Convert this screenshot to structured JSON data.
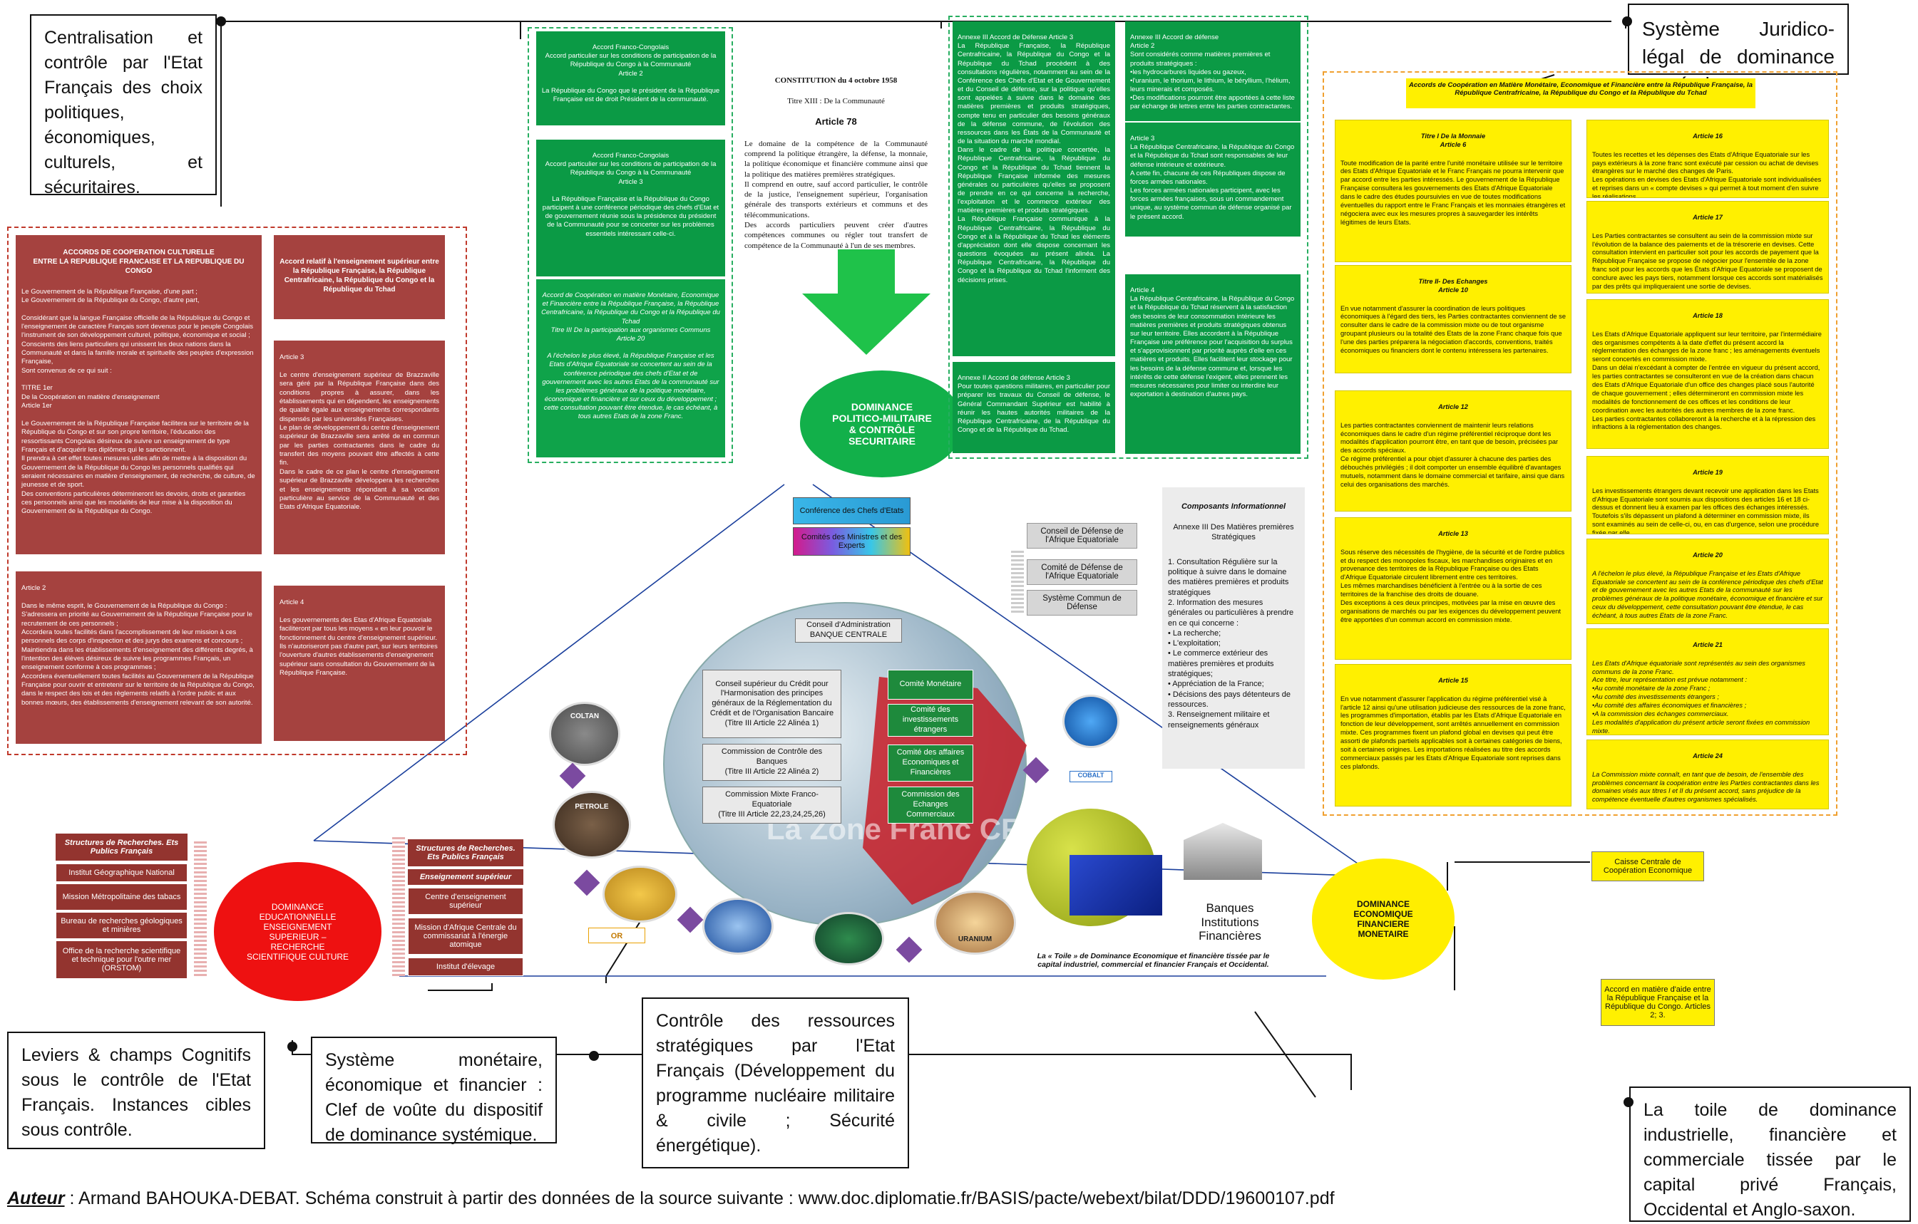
{
  "callouts": {
    "centralisation": "Centralisation et contrôle par l'Etat Français des choix politiques, économiques, culturels, et sécuritaires.",
    "juridico": "Système Juridico-légal de dominance systémique.",
    "leviers": "Leviers & champs Cognitifs sous le contrôle de l'Etat Français. Instances cibles sous contrôle.",
    "monetaire": "Système monétaire, économique et financier : Clef de voûte du dispositif de dominance systémique.",
    "ressources": "Contrôle des ressources stratégiques par l'Etat Français (Développement du programme nucléaire militaire & civile ; Sécurité énergétique).",
    "toile": "La toile de dominance industrielle, financière et commerciale tissée par le capital privé Français, Occidental et Anglo-saxon."
  },
  "footer": {
    "auteur_label": "Auteur",
    "text": " : Armand BAHOUKA-DEBAT. Schéma construit à partir des données de la source suivante : www.doc.diplomatie.fr/BASIS/pacte/webext/bilat/DDD/19600107.pdf"
  },
  "culture": {
    "accord_title": "ACCORDS DE COOPERATION CULTURELLE\nENTRE LA REPUBLIQUE FRANCAISE ET LA REPUBLIQUE DU CONGO",
    "accord_body": "Le Gouvernement de la République Française, d'une part ;\nLe Gouvernement de la République du Congo, d'autre part,\n\nConsidérant que la langue Française officielle de la République du Congo et l'enseignement de caractère Français sont devenus pour le peuple Congolais l'instrument de son développement culturel, politique, économique et social ;\nConscients des liens particuliers qui unissent les deux nations dans la Communauté et dans la famille morale et spirituelle des peuples d'expression Française,\nSont convenus de ce qui suit :\n\nTITRE 1er\nDe la Coopération en matière d'enseignement\nArticle 1er\n\nLe Gouvernement de la République Française facilitera sur le territoire de la République du Congo et sur son propre territoire, l'éducation des ressortissants Congolais désireux de suivre un enseignement de type Français et d'acquérir les diplômes qui le sanctionnent.\nIl prendra à cet effet toutes mesures utiles afin de mettre à la disposition du Gouvernement de la République du Congo les personnels qualifiés qui seraient nécessaires en matière d'enseignement, de recherche, de culture, de jeunesse et de sport.\nDes conventions particulières détermineront les devoirs, droits et garanties ces personnels ainsi que les modalités de leur mise à la disposition du Gouvernement de la République du Congo.",
    "article2": "Article 2\n\nDans le même esprit, le Gouvernement de la République du Congo :\nS'adressera en priorité au Gouvernement de la République Française pour le recrutement de ces personnels ;\nAccordera toutes facilités dans l'accomplissement de leur mission à ces personnels des corps d'inspection et des jurys des examens et concours ;\nMaintiendra dans les établissements d'enseignement des différents degrés, à l'intention des élèves désireux de suivre les programmes Français, un enseignement conforme à ces programmes ;\nAccordera éventuellement toutes facilités au Gouvernement de la République Française pour ouvrir et entretenir sur le territoire de la République du Congo, dans le respect des lois et des règlements relatifs à l'ordre public et aux bonnes mœurs, des établissements d'enseignement relevant de son autorité.",
    "sup_title": "Accord relatif à l'enseignement supérieur entre la République Française, la République Centrafricaine, la République du Congo et la République du Tchad",
    "article3": "Article 3\n\nLe centre d'enseignement supérieur de Brazzaville sera géré par la République Française dans des conditions propres à assurer, dans les établissements qui en dépendent, les enseignements de qualité égale aux enseignements correspondants dispensés par les universités Françaises.\nLe plan de développement du centre d'enseignement supérieur de Brazzaville sera arrêté de en commun par les parties contractantes dans le cadre du transfert des moyens pouvant être affectés à cette fin.\nDans le cadre de ce plan le centre d'enseignement supérieur de Brazzaville développera les recherches et les enseignements répondant à sa vocation particulière au service de la Communauté et des Etats d'Afrique Equatoriale.",
    "article4": "Article 4\n\nLes gouvernements des Etas d'Afrique Equatoriale faciliteront par tous les moyens « en leur pouvoir le fonctionnement du centre d'enseignement supérieur.\nIls n'autoriseront pas d'autre part, sur leurs territoires l'ouverture d'autres établissements d'enseignement supérieur sans consultation du Gouvernement de la République Française."
  },
  "green_left": {
    "box1": "Accord Franco-Congolais\nAccord particulier sur les conditions de participation de la République du Congo à la Communauté\nArticle 2\n\nLa République du Congo que le président de la République Française est de droit Président de la communauté.",
    "box2": "Accord Franco-Congolais\nAccord particulier sur les conditions de participation de la République du Congo à la Communauté\nArticle 3\n\nLa République Française et la République du Congo participent à une conférence périodique des chefs d'Etat et de gouvernement réunie sous la présidence du président de la Communauté pour se concerter sur les problèmes essentiels intéressant celle-ci.",
    "box3": "Accord de Coopération en matière Monétaire, Economique et Financière entre la République Française, la République Centrafricaine, la République du Congo et la République du Tchad\nTitre III De la participation aux organismes Communs\nArticle 20\n\nA l'échelon le plus élevé, la République Française et les Etats d'Afrique Equatoriale se concertent au sein de la conférence périodique des chefs d'Etat et de gouvernement avec les autres Etats de la communauté sur les problèmes généraux de la politique monétaire, économique et financière et sur ceux du développement ; cette consultation pouvant être étendue, le cas échéant, à tous autres Etats de la zone Franc."
  },
  "constitution": {
    "title": "CONSTITUTION du 4 octobre 1958",
    "subtitle": "Titre XIII : De la Communauté",
    "article": "Article 78",
    "body": "Le domaine de la compétence de la Communauté comprend la politique étrangère, la défense, la monnaie, la politique économique et financière commune ainsi que la politique des matières premières stratégiques.\nIl comprend en outre, sauf accord particulier, le contrôle de la justice, l'enseignement supérieur, l'organisation générale des transports extérieurs et communs et des télécommunications.\nDes accords particuliers peuvent créer d'autres compétences communes ou régler tout transfert de compétence de la Communauté à l'un de ses membres."
  },
  "defense": {
    "left": "Annexe III Accord de Défense Article 3\nLa République Française, la République Centrafricaine, la République du Congo et la République du Tchad procèdent à des consultations régulières, notamment au sein de la Conférence des Chefs d'Etat et de Gouvernement et du Conseil de défense, sur la politique qu'elles sont appelées à suivre dans le domaine des matières premières et produits stratégiques, compte tenu en particulier des besoins généraux de la défense commune, de l'évolution des ressources dans les États de la Communauté et de la situation du marché mondial.\nDans le cadre de la politique concertée, la République Centrafricaine, la République du Congo et la République du Tchad tiennent la République Française informée des mesures générales ou particulières qu'elles se proposent de prendre en ce qui concerne la recherche, l'exploitation et le commerce extérieur des matières premières et produits stratégiques.\nLa République Française communique à la République Centrafricaine, la République du Congo et à la République du Tchad les éléments d'appréciation dont elle dispose concernant les questions évoquées au présent alinéa. La République Centrafricaine, la République du Congo et la République du Tchad l'informent des décisions prises.",
    "left2": "Annexe II Accord de défense Article 3\nPour toutes questions militaires, en particulier pour préparer les travaux du Conseil de défense, le Général Commandant Supérieur est habilité à réunir les hautes autorités militaires de la République Centrafricaine, de la République du Congo et de la République du Tchad.",
    "right1": "Annexe III Accord de défense\nArticle 2\nSont considérés comme matières premières et produits stratégiques :\n•les hydrocarbures liquides ou gazeux,\n•l'uranium, le thorium, le lithium, le béryllium, l'hélium, leurs minerais et composés.\n•Des modifications pourront être apportées à cette liste par échange de lettres entre les parties contractantes.",
    "right2": "Article 3\nLa République Centrafricaine, la République du Congo et la République du Tchad sont responsables de leur défense intérieure et extérieure.\nA cette fin, chacune de ces Républiques dispose de forces armées nationales.\nLes forces armées nationales participent, avec les forces armées françaises, sous un commandement unique, au système commun de défense organisé par le présent accord.",
    "right3": "Article 4\nLa République Centrafricaine, la République du Congo et la République du Tchad réservent à la satisfaction des besoins de leur consommation intérieure les matières premières et produits stratégiques obtenus sur leur territoire. Elles accordent à la République Française une préférence pour l'acquisition du surplus et s'approvisionnent par priorité auprès d'elle en ces matières et produits. Elles facilitent leur stockage pour les besoins de la défense commune et, lorsque les intérêts de cette défense l'exigent, elles prennent les mesures nécessaires pour limiter ou interdire leur exportation à destination d'autres pays."
  },
  "yellow": {
    "header": "Accords de Coopération en Matière Monétaire, Economique et Financière entre la République Française, la République Centrafricaine, la République du Congo et la République du Tchad",
    "a6_title": "Titre I De la Monnaie\nArticle 6",
    "a6": "Toute modification de la parité entre l'unité monétaire utilisée sur le territoire des Etats d'Afrique Equatoriale et le Franc Français ne pourra intervenir que par accord entre les parties intéressés. Le gouvernement de la République Française consultera les gouvernements des Etats d'Afrique Equatoriale dans le cadre des études poursuivies en vue de toutes modifications éventuelles du rapport entre le Franc Français et les monnaies étrangères et négociera avec eux les mesures propres à sauvegarder les intérêts légitimes de leurs Etats.",
    "a10_title": "Titre II- Des Echanges\nArticle 10",
    "a10": "En vue notamment d'assurer la coordination de leurs politiques économiques à l'égard des tiers, les Parties contractantes conviennent de se consulter dans le cadre de la commission mixte ou de tout organisme groupant plusieurs ou la totalité des Etats de la zone Franc chaque fois que l'une des parties préparera la négociation d'accords, conventions, traités économiques ou financiers dont le contenu intéressera les partenaires.",
    "a12_title": "Article 12",
    "a12": "Les parties contractantes conviennent de maintenir leurs relations économiques dans le cadre d'un régime préférentiel réciproque dont les modalités d'application pourront être, en tant que de besoin, précisées par des accords spéciaux.\nCe régime préférentiel a pour objet d'assurer à chacune des parties des débouchés privilégiés ; il doit comporter un ensemble équilibré d'avantages mutuels, notamment dans le domaine commercial et tarifaire, ainsi que dans celui des organisations des marchés.",
    "a13_title": "Article 13",
    "a13": "Sous réserve des nécessités de l'hygiène, de la sécurité et de l'ordre publics et du respect des monopoles fiscaux, les marchandises originaires et en provenance des territoires de la République Française ou des Etats d'Afrique Equatoriale circulent librement entre ces territoires.\nLes mêmes marchandises bénéficient à l'entrée ou à la sortie de ces territoires de la franchise des droits de douane.\nDes exceptions à ces deux principes, motivées par la mise en œuvre des organisations de marchés ou par les exigences du développement peuvent être apportées d'un commun accord en commission mixte.",
    "a15_title": "Article 15",
    "a15": "En vue notamment d'assurer l'application du régime préférentiel visé à l'article 12 ainsi qu'une utilisation judicieuse des ressources de la zone franc, les programmes d'importation, établis par les Etats d'Afrique Equatoriale en fonction de leur développement, sont arrêtés annuellement en commission mixte. Ces programmes fixent un plafond global en devises qui peut être assorti de plafonds partiels applicables soit à certaines catégories de biens, soit à certaines origines. Les importations réalisées au titre des accords commerciaux passés par les Etats d'Afrique Equatoriale sont reprises dans ces plafonds.",
    "a16_title": "Article 16",
    "a16": "Toutes les recettes et les dépenses des Etats d'Afrique Equatoriale sur les pays extérieurs à la zone franc sont exécuté par cession ou achat de devises étrangères sur le marché des changes de Paris.\nLes opérations en devises des Etats d'Afrique Equatoriale sont individualisées et reprises dans un « compte devises » qui permet à tout moment d'en suivre les réalisations.",
    "a17_title": "Article 17",
    "a17": "Les Parties contractantes se consultent au sein de la commission mixte sur l'évolution de la balance des paiements et de la trésorerie en devises. Cette consultation intervient en particulier soit pour les accords de payement que la République Française se propose de négocier pour l'ensemble de la zone franc soit pour les accords que les États d'Afrique Equatoriale se proposent de conclure avec les pays tiers, notamment lorsque ces accords sont matérialisés par des prêts qui impliqueraient une sortie de devises.",
    "a18_title": "Article 18",
    "a18": "Les Etats d'Afrique Equatoriale appliquent sur leur territoire, par l'intermédiaire des organismes compétents à la date d'effet du présent accord la réglementation des échanges de la zone franc ; les aménagements éventuels seront concertés en commission mixte.\nDans un délai n'excédant à compter de l'entrée en vigueur du présent accord, les parties contractantes se consulteront en vue de la création dans chacun des Etats d'Afrique Equatoriale d'un office des changes placé sous l'autorité de chaque gouvernement ; elles détermineront en commission mixte les modalités de fonctionnement de ces offices et les conditions de leur coordination avec les autorités des autres membres de la zone franc.\nLes parties contractantes collaboreront à la recherche et à la répression des infractions à la réglementation des changes.",
    "a19_title": "Article 19",
    "a19": "Les investissements étrangers devant recevoir une application dans les Etats d'Afrique Equatoriale sont soumis aux dispositions des articles 16 et 18 ci-dessus et donnent lieu à examen par les offices des échanges intéressés. Toutefois s'ils dépassent un plafond à déterminer en commission mixte, ils sont examinés au sein de celle-ci, ou, en cas d'urgence, selon une procédure fixée par elle.",
    "a20_title": "Article 20",
    "a20": "A l'échelon le plus élevé, la République Française et les Etats d'Afrique Equatoriale se concertent au sein de la conférence périodique des chefs d'Etat et de gouvernement avec les autres Etats de la communauté sur les problèmes généraux de la politique monétaire, économique et financière et sur ceux du développement, cette consultation pouvant être étendue, le cas échéant, à tous autres Etats de la zone Franc.",
    "a21_title": "Article 21",
    "a21": "Les Etats d'Afrique équatoriale sont représentés au sein des organismes communs de la zone Franc.\nAce titre, leur représentation est prévue notamment :\n•Au comité monétaire de la zone Franc ;\n•Au comité des investissements étrangers ;\n•Au comité des affaires économiques et financières ;\n•A la commission des échanges commerciaux.\nLes modalités d'application du présent article seront fixées en commission mixte.",
    "a24_title": "Article 24",
    "a24": "La Commission mixte connaît, en tant que de besoin, de l'ensemble des problèmes concernant la coopération entre les Parties contractantes dans les domaines visés aux titres I et II du présent accord, sans préjudice de la compétence éventuelle d'autres organismes spécialisés."
  },
  "dominance": {
    "politico": "DOMINANCE\nPOLITICO-MILITAIRE\n& CONTRÔLE\nSECURITAIRE",
    "educ": "DOMINANCE\nEDUCATIONNELLE\nENSEIGNEMENT\nSUPERIEUR –\nRECHERCHE\nSCIENTIFIQUE CULTURE",
    "eco": "DOMINANCE\nECONOMIQUE\nFINANCIERE\nMONETAIRE"
  },
  "conferences": {
    "chefs": "Conférence des Chefs d'Etats",
    "ministres": "Comités des Ministres et des Experts"
  },
  "conseil_defense": {
    "c1": "Conseil de Défense de l'Afrique Equatoriale",
    "c2": "Comité de Défense de l'Afrique Equatoriale",
    "c3": "Système Commun de Défense"
  },
  "composants": {
    "title": "Composants Informationnel",
    "subtitle": "Annexe III Des Matières premières Stratégiques",
    "body": "1. Consultation Régulière sur la politique à suivre dans le domaine des matières premières et produits stratégiques\n2. Information des mesures générales ou particulières à prendre en ce qui concerne :\n   • La recherche;\n   • L'exploitation;\n   • Le commerce extérieur des matières premières et produits stratégiques;\n   • Appréciation de la France;\n   • Décisions des pays détenteurs de ressources.\n3. Renseignement militaire et renseignements généraux"
  },
  "banque": {
    "header": "Conseil d'Administration\nBANQUE CENTRALE",
    "l1": "Conseil supérieur du Crédit pour l'Harmonisation des principes généraux de la Réglementation du Crédit et de l'Organisation Bancaire\n(Titre III Article 22 Alinéa 1)",
    "l2": "Commission de Contrôle des Banques\n(Titre III Article 22 Alinéa 2)",
    "l3": "Commission Mixte Franco-Equatoriale\n(Titre III Article 22,23,24,25,26)",
    "r1": "Comité Monétaire",
    "r2": "Comité des investissements étrangers",
    "r3": "Comité des affaires Economiques et Financières",
    "r4": "Commission des Echanges Commerciaux",
    "watermark": "La Zone Franc CFA"
  },
  "recherche_left": {
    "header": "Structures de Recherches. Ets Publics Français",
    "items": [
      "Institut Géographique National",
      "Mission Métropolitaine des tabacs",
      "Bureau de recherches géologiques et minières",
      "Office de la recherche scientifique et technique pour l'outre mer (ORSTOM)"
    ]
  },
  "recherche_right": {
    "header": "Structures de Recherches. Ets Publics Français",
    "sub": "Enseignement supérieur",
    "items": [
      "Centre d'enseignement supérieur",
      "Mission d'Afrique Centrale du commissariat à l'énergie atomique",
      "Institut d'élevage"
    ]
  },
  "resources": {
    "coltan": "COLTAN",
    "petrole": "PETROLE",
    "or": "OR",
    "uranium": "URANIUM",
    "cobalt": "COBALT"
  },
  "banques": {
    "label": "Banques\nInstitutions\nFinancières",
    "caption": "La « Toile » de Dominance Economique et financière tissée par le capital industriel, commercial et financier Français et Occidental."
  },
  "caisse": "Caisse Centrale de Coopération Economique",
  "accord_aide": "Accord en matière d'aide entre la République Française et la République du Congo. Articles 2; 3.",
  "colors": {
    "red_box": "#a5423f",
    "green_box": "#0b9a45",
    "yellow_box": "#fff000",
    "eco_ellipse": "#ffee00",
    "educ_ellipse": "#ee1111",
    "politico_ellipse": "#12b04a"
  }
}
